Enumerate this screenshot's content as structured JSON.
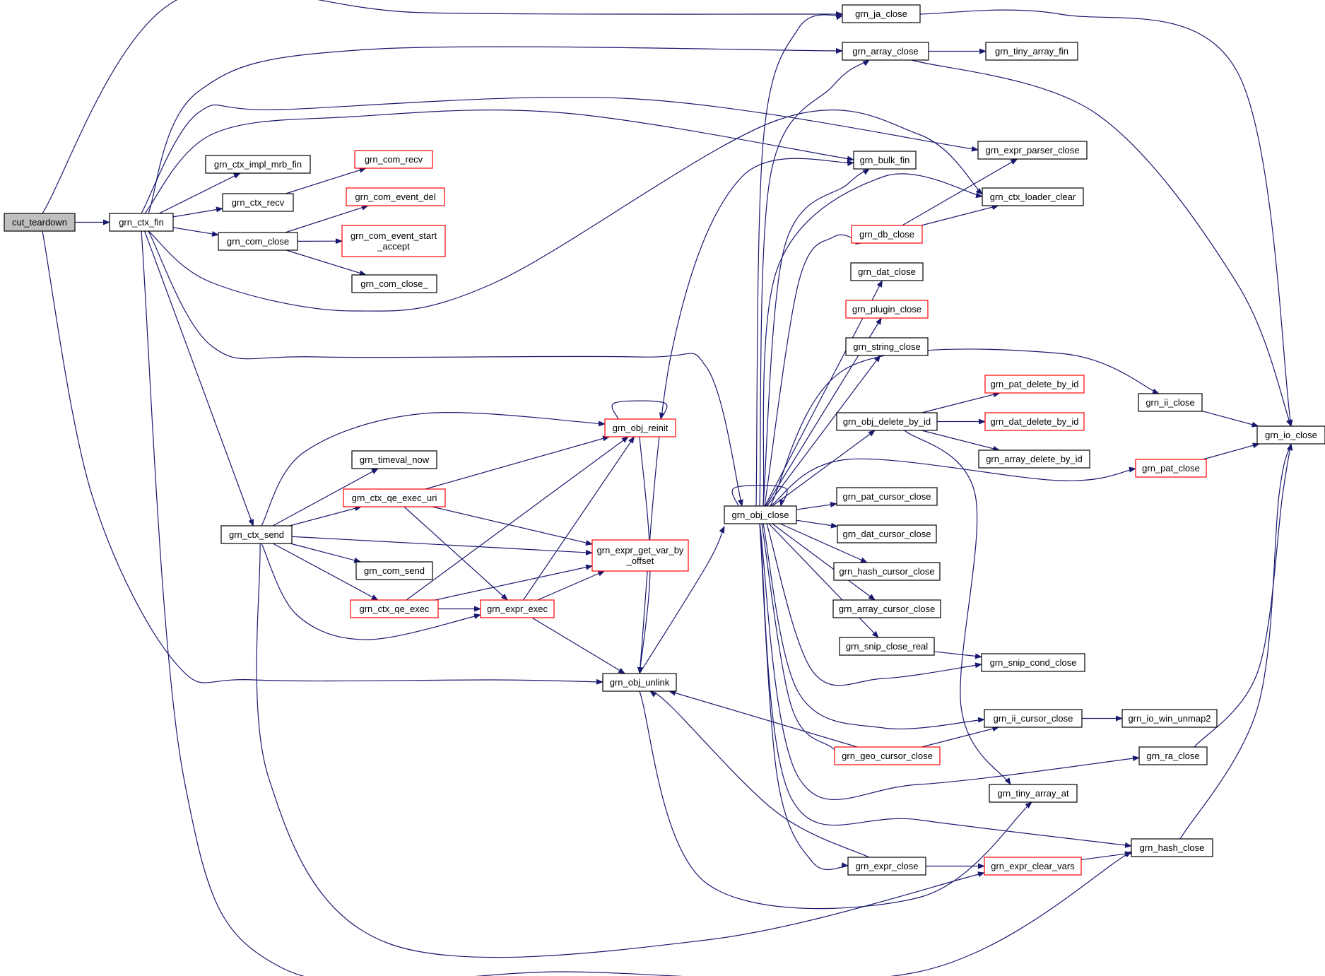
{
  "graph": {
    "edge_color": "#191970",
    "node_border_default": "#000000",
    "node_border_incomplete": "#ff0000",
    "root_fill": "#bfbfbf",
    "nodes": [
      {
        "id": "cut_teardown",
        "label": [
          "cut_teardown"
        ],
        "style": "root"
      },
      {
        "id": "grn_ctx_fin",
        "label": [
          "grn_ctx_fin"
        ],
        "style": "normal"
      },
      {
        "id": "grn_ja_close",
        "label": [
          "grn_ja_close"
        ],
        "style": "normal"
      },
      {
        "id": "grn_array_close",
        "label": [
          "grn_array_close"
        ],
        "style": "normal"
      },
      {
        "id": "grn_tiny_array_fin",
        "label": [
          "grn_tiny_array_fin"
        ],
        "style": "normal"
      },
      {
        "id": "grn_expr_parser_close",
        "label": [
          "grn_expr_parser_close"
        ],
        "style": "normal"
      },
      {
        "id": "grn_bulk_fin",
        "label": [
          "grn_bulk_fin"
        ],
        "style": "normal"
      },
      {
        "id": "grn_ctx_loader_clear",
        "label": [
          "grn_ctx_loader_clear"
        ],
        "style": "normal"
      },
      {
        "id": "grn_ctx_impl_mrb_fin",
        "label": [
          "grn_ctx_impl_mrb_fin"
        ],
        "style": "normal"
      },
      {
        "id": "grn_com_recv",
        "label": [
          "grn_com_recv"
        ],
        "style": "red"
      },
      {
        "id": "grn_ctx_recv",
        "label": [
          "grn_ctx_recv"
        ],
        "style": "normal"
      },
      {
        "id": "grn_com_event_del",
        "label": [
          "grn_com_event_del"
        ],
        "style": "red"
      },
      {
        "id": "grn_com_close",
        "label": [
          "grn_com_close"
        ],
        "style": "normal"
      },
      {
        "id": "grn_com_event_start_accept",
        "label": [
          "grn_com_event_start",
          "_accept"
        ],
        "style": "red"
      },
      {
        "id": "grn_com_close_",
        "label": [
          "grn_com_close_"
        ],
        "style": "normal"
      },
      {
        "id": "grn_db_close",
        "label": [
          "grn_db_close"
        ],
        "style": "red"
      },
      {
        "id": "grn_dat_close",
        "label": [
          "grn_dat_close"
        ],
        "style": "normal"
      },
      {
        "id": "grn_plugin_close",
        "label": [
          "grn_plugin_close"
        ],
        "style": "red"
      },
      {
        "id": "grn_string_close",
        "label": [
          "grn_string_close"
        ],
        "style": "normal"
      },
      {
        "id": "grn_pat_delete_by_id",
        "label": [
          "grn_pat_delete_by_id"
        ],
        "style": "red"
      },
      {
        "id": "grn_ii_close",
        "label": [
          "grn_ii_close"
        ],
        "style": "normal"
      },
      {
        "id": "grn_obj_delete_by_id",
        "label": [
          "grn_obj_delete_by_id"
        ],
        "style": "normal"
      },
      {
        "id": "grn_dat_delete_by_id",
        "label": [
          "grn_dat_delete_by_id"
        ],
        "style": "red"
      },
      {
        "id": "grn_io_close",
        "label": [
          "grn_io_close"
        ],
        "style": "normal"
      },
      {
        "id": "grn_array_delete_by_id",
        "label": [
          "grn_array_delete_by_id"
        ],
        "style": "normal"
      },
      {
        "id": "grn_obj_reinit",
        "label": [
          "grn_obj_reinit"
        ],
        "style": "red"
      },
      {
        "id": "grn_pat_close",
        "label": [
          "grn_pat_close"
        ],
        "style": "red"
      },
      {
        "id": "grn_timeval_now",
        "label": [
          "grn_timeval_now"
        ],
        "style": "normal"
      },
      {
        "id": "grn_pat_cursor_close",
        "label": [
          "grn_pat_cursor_close"
        ],
        "style": "normal"
      },
      {
        "id": "grn_ctx_qe_exec_uri",
        "label": [
          "grn_ctx_qe_exec_uri"
        ],
        "style": "red"
      },
      {
        "id": "grn_obj_close",
        "label": [
          "grn_obj_close"
        ],
        "style": "normal"
      },
      {
        "id": "grn_ctx_send",
        "label": [
          "grn_ctx_send"
        ],
        "style": "normal"
      },
      {
        "id": "grn_dat_cursor_close",
        "label": [
          "grn_dat_cursor_close"
        ],
        "style": "normal"
      },
      {
        "id": "grn_expr_get_var_by_offset",
        "label": [
          "grn_expr_get_var_by",
          "_offset"
        ],
        "style": "red"
      },
      {
        "id": "grn_com_send",
        "label": [
          "grn_com_send"
        ],
        "style": "normal"
      },
      {
        "id": "grn_hash_cursor_close",
        "label": [
          "grn_hash_cursor_close"
        ],
        "style": "normal"
      },
      {
        "id": "grn_ctx_qe_exec",
        "label": [
          "grn_ctx_qe_exec"
        ],
        "style": "red"
      },
      {
        "id": "grn_expr_exec",
        "label": [
          "grn_expr_exec"
        ],
        "style": "red"
      },
      {
        "id": "grn_array_cursor_close",
        "label": [
          "grn_array_cursor_close"
        ],
        "style": "normal"
      },
      {
        "id": "grn_snip_close_real",
        "label": [
          "grn_snip_close_real"
        ],
        "style": "normal"
      },
      {
        "id": "grn_snip_cond_close",
        "label": [
          "grn_snip_cond_close"
        ],
        "style": "normal"
      },
      {
        "id": "grn_obj_unlink",
        "label": [
          "grn_obj_unlink"
        ],
        "style": "normal"
      },
      {
        "id": "grn_ii_cursor_close",
        "label": [
          "grn_ii_cursor_close"
        ],
        "style": "normal"
      },
      {
        "id": "grn_io_win_unmap2",
        "label": [
          "grn_io_win_unmap2"
        ],
        "style": "normal"
      },
      {
        "id": "grn_geo_cursor_close",
        "label": [
          "grn_geo_cursor_close"
        ],
        "style": "red"
      },
      {
        "id": "grn_ra_close",
        "label": [
          "grn_ra_close"
        ],
        "style": "normal"
      },
      {
        "id": "grn_tiny_array_at",
        "label": [
          "grn_tiny_array_at"
        ],
        "style": "normal"
      },
      {
        "id": "grn_hash_close",
        "label": [
          "grn_hash_close"
        ],
        "style": "normal"
      },
      {
        "id": "grn_expr_close",
        "label": [
          "grn_expr_close"
        ],
        "style": "normal"
      },
      {
        "id": "grn_expr_clear_vars",
        "label": [
          "grn_expr_clear_vars"
        ],
        "style": "red"
      }
    ],
    "edges": [
      [
        "cut_teardown",
        "grn_ctx_fin"
      ],
      [
        "cut_teardown",
        "grn_ja_close"
      ],
      [
        "cut_teardown",
        "grn_obj_unlink"
      ],
      [
        "grn_ctx_fin",
        "grn_array_close"
      ],
      [
        "grn_ctx_fin",
        "grn_expr_parser_close"
      ],
      [
        "grn_ctx_fin",
        "grn_bulk_fin"
      ],
      [
        "grn_ctx_fin",
        "grn_ctx_loader_clear"
      ],
      [
        "grn_ctx_fin",
        "grn_ctx_impl_mrb_fin"
      ],
      [
        "grn_ctx_fin",
        "grn_ctx_recv"
      ],
      [
        "grn_ctx_fin",
        "grn_com_close"
      ],
      [
        "grn_ctx_fin",
        "grn_obj_close"
      ],
      [
        "grn_ctx_fin",
        "grn_ctx_send"
      ],
      [
        "grn_ctx_fin",
        "grn_hash_close"
      ],
      [
        "grn_ctx_recv",
        "grn_com_recv"
      ],
      [
        "grn_com_close",
        "grn_com_event_del"
      ],
      [
        "grn_com_close",
        "grn_com_event_start_accept"
      ],
      [
        "grn_com_close",
        "grn_com_close_"
      ],
      [
        "grn_ja_close",
        "grn_io_close"
      ],
      [
        "grn_array_close",
        "grn_tiny_array_fin"
      ],
      [
        "grn_array_close",
        "grn_io_close"
      ],
      [
        "grn_ctx_send",
        "grn_obj_reinit"
      ],
      [
        "grn_ctx_send",
        "grn_timeval_now"
      ],
      [
        "grn_ctx_send",
        "grn_ctx_qe_exec_uri"
      ],
      [
        "grn_ctx_send",
        "grn_expr_get_var_by_offset"
      ],
      [
        "grn_ctx_send",
        "grn_com_send"
      ],
      [
        "grn_ctx_send",
        "grn_ctx_qe_exec"
      ],
      [
        "grn_ctx_send",
        "grn_expr_exec"
      ],
      [
        "grn_ctx_send",
        "grn_expr_clear_vars"
      ],
      [
        "grn_ctx_qe_exec_uri",
        "grn_obj_reinit"
      ],
      [
        "grn_ctx_qe_exec_uri",
        "grn_expr_get_var_by_offset"
      ],
      [
        "grn_ctx_qe_exec_uri",
        "grn_expr_exec"
      ],
      [
        "grn_ctx_qe_exec",
        "grn_obj_reinit"
      ],
      [
        "grn_ctx_qe_exec",
        "grn_expr_get_var_by_offset"
      ],
      [
        "grn_ctx_qe_exec",
        "grn_expr_exec"
      ],
      [
        "grn_expr_exec",
        "grn_obj_reinit"
      ],
      [
        "grn_expr_exec",
        "grn_expr_get_var_by_offset"
      ],
      [
        "grn_expr_exec",
        "grn_obj_unlink"
      ],
      [
        "grn_obj_reinit",
        "grn_obj_reinit"
      ],
      [
        "grn_obj_reinit",
        "grn_obj_unlink"
      ],
      [
        "grn_obj_unlink",
        "grn_obj_close"
      ],
      [
        "grn_obj_unlink",
        "grn_bulk_fin"
      ],
      [
        "grn_obj_unlink",
        "grn_tiny_array_at"
      ],
      [
        "grn_obj_close",
        "grn_obj_close"
      ],
      [
        "grn_obj_close",
        "grn_ja_close"
      ],
      [
        "grn_obj_close",
        "grn_array_close"
      ],
      [
        "grn_obj_close",
        "grn_bulk_fin"
      ],
      [
        "grn_obj_close",
        "grn_ctx_loader_clear"
      ],
      [
        "grn_obj_close",
        "grn_db_close"
      ],
      [
        "grn_obj_close",
        "grn_dat_close"
      ],
      [
        "grn_obj_close",
        "grn_plugin_close"
      ],
      [
        "grn_obj_close",
        "grn_string_close"
      ],
      [
        "grn_obj_close",
        "grn_ii_close"
      ],
      [
        "grn_obj_close",
        "grn_obj_delete_by_id"
      ],
      [
        "grn_obj_close",
        "grn_pat_close"
      ],
      [
        "grn_obj_close",
        "grn_pat_cursor_close"
      ],
      [
        "grn_obj_close",
        "grn_dat_cursor_close"
      ],
      [
        "grn_obj_close",
        "grn_hash_cursor_close"
      ],
      [
        "grn_obj_close",
        "grn_array_cursor_close"
      ],
      [
        "grn_obj_close",
        "grn_snip_close_real"
      ],
      [
        "grn_obj_close",
        "grn_snip_cond_close"
      ],
      [
        "grn_obj_close",
        "grn_ii_cursor_close"
      ],
      [
        "grn_obj_close",
        "grn_geo_cursor_close"
      ],
      [
        "grn_obj_close",
        "grn_ra_close"
      ],
      [
        "grn_obj_close",
        "grn_hash_close"
      ],
      [
        "grn_obj_close",
        "grn_expr_close"
      ],
      [
        "grn_db_close",
        "grn_expr_parser_close"
      ],
      [
        "grn_db_close",
        "grn_ctx_loader_clear"
      ],
      [
        "grn_obj_delete_by_id",
        "grn_pat_delete_by_id"
      ],
      [
        "grn_obj_delete_by_id",
        "grn_dat_delete_by_id"
      ],
      [
        "grn_obj_delete_by_id",
        "grn_array_delete_by_id"
      ],
      [
        "grn_obj_delete_by_id",
        "grn_tiny_array_at"
      ],
      [
        "grn_ii_close",
        "grn_io_close"
      ],
      [
        "grn_pat_close",
        "grn_io_close"
      ],
      [
        "grn_snip_close_real",
        "grn_snip_cond_close"
      ],
      [
        "grn_ii_cursor_close",
        "grn_io_win_unmap2"
      ],
      [
        "grn_geo_cursor_close",
        "grn_ii_cursor_close"
      ],
      [
        "grn_geo_cursor_close",
        "grn_obj_unlink"
      ],
      [
        "grn_ra_close",
        "grn_io_close"
      ],
      [
        "grn_hash_close",
        "grn_io_close"
      ],
      [
        "grn_expr_close",
        "grn_expr_clear_vars"
      ],
      [
        "grn_expr_close",
        "grn_obj_unlink"
      ],
      [
        "grn_expr_clear_vars",
        "grn_hash_close"
      ]
    ]
  }
}
